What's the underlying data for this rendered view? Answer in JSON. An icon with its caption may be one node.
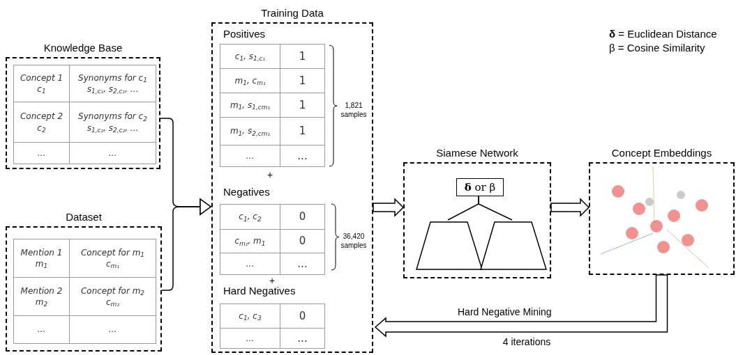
{
  "diagram": {
    "nodes": [
      {
        "text": [
          "Knowledge Base"
        ]
      },
      {
        "text": [
          "Dataset"
        ]
      },
      {
        "text": [
          "Training Data"
        ]
      },
      {
        "text": [
          "Siamese Network"
        ]
      },
      {
        "text": [
          "**δ** or β"
        ],
        "in": 3
      },
      {
        "text": [],
        "shape": "trapezoid",
        "in": 3
      },
      {
        "text": [],
        "shape": "trapezoid",
        "in": 3
      },
      {
        "text": [
          "Concept Embeddings"
        ]
      }
    ],
    "edges": [
      {
        "from": 0,
        "to": 2,
        "arrow": "to"
      },
      {
        "from": 1,
        "to": 2,
        "arrow": "to"
      },
      {
        "from": 2,
        "to": 3,
        "arrow": "to"
      },
      {
        "from": 3,
        "to": 7,
        "arrow": "to"
      },
      {
        "from": 7,
        "to": 2,
        "arrow": "to",
        "label": "Hard Negative Mining"
      },
      {
        "from": 4,
        "to": 5,
        "arrow": "none"
      },
      {
        "from": 4,
        "to": 6,
        "arrow": "none"
      }
    ],
    "labels": [
      "Concept 1 c$_{1}$",
      "Synonyms for c$_{1}$ s$_{1,c₁}$, s$_{2,c₁}$, ...",
      "Concept 2 c$_{2}$",
      "Synonyms for c$_{2}$ s$_{1,c₂}$, s$_{2,c₂}$, ...",
      "...",
      "...",
      "Mention 1 m$_{1}$",
      "Concept for m$_{1}$ c$_{m₁}$",
      "Mention 2 m$_{2}$",
      "Concept for m$_{2}$ c$_{m₂}$",
      "...",
      "...",
      "Positives",
      "c$_{1}$, s$_{1,c₁}$",
      "1",
      "m$_{1}$, c$_{m₁}$",
      "1",
      "m$_{1}$, s$_{1,cm₁}$",
      "1",
      "m$_{1}$, s$_{2,cm₁}$",
      "1",
      "...",
      "...",
      "1,821 samples",
      "+",
      "Negatives",
      "c$_{1}$, c$_{2}$",
      "0",
      "c$_{m₂}$, m$_{1}$",
      "0",
      "...",
      "...",
      "36,420 samples",
      "+",
      "Hard Negatives",
      "c$_{1}$, c$_{3}$",
      "0",
      "...",
      "...",
      "**δ** = Euclidean Distance",
      "β = Cosine Similarity",
      "4 iterations"
    ]
  }
}
